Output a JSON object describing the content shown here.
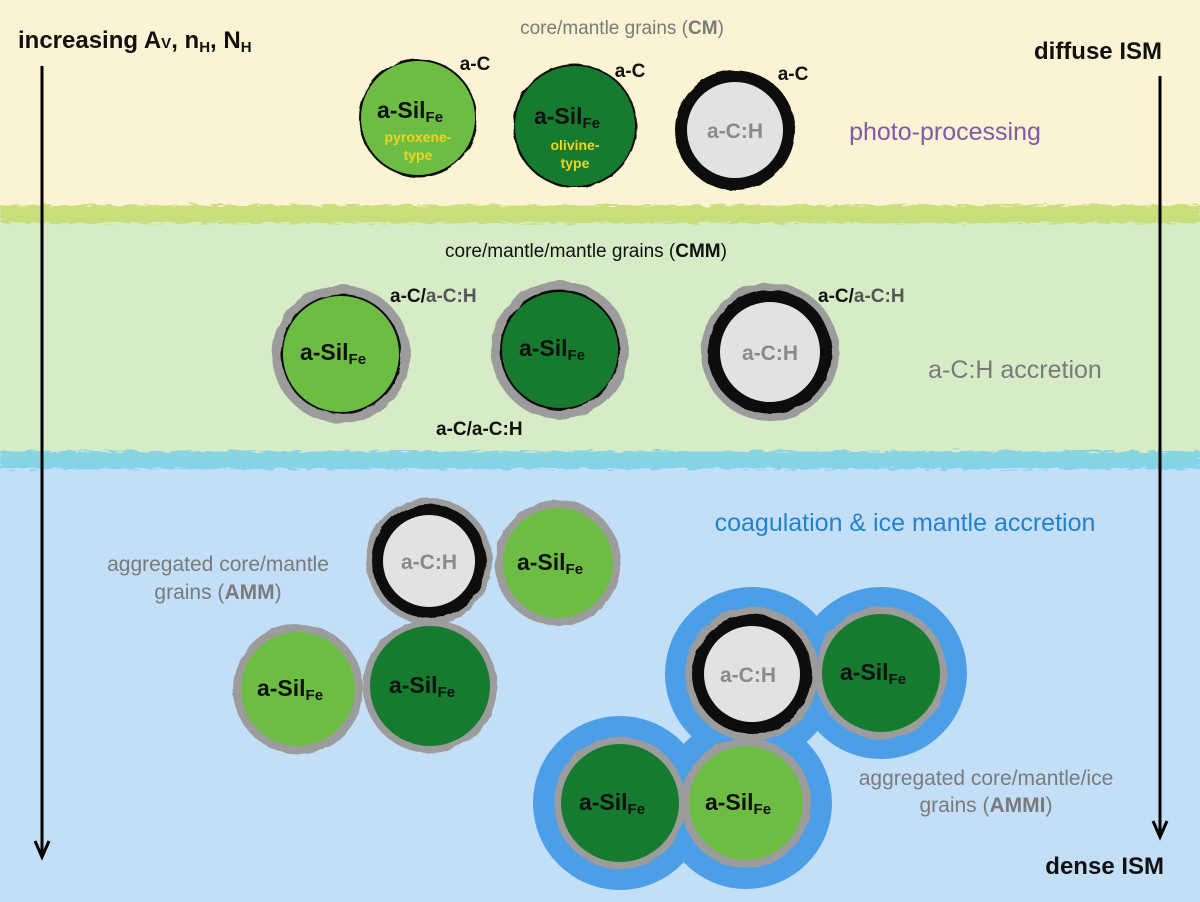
{
  "colors": {
    "diffuse_band": "#fbf3d3",
    "middle_band": "#d6ecc7",
    "dense_band": "#c2dff7",
    "band_edge_green": "#c6dd73",
    "band_edge_blue": "#7fd2e6",
    "pyroxene_green": "#6dbd45",
    "olivine_green": "#167b2e",
    "grey_core": "#e2e2e2",
    "grey_mantle": "#9c9c9c",
    "ice_blue": "#4c9fe6",
    "label_yellow": "#f1d420",
    "purple_text": "#8159a9",
    "gray_text": "#7a7a7a",
    "blue_text": "#2382cf"
  },
  "axis": {
    "left_label_prefix": "increasing ",
    "av": "A",
    "av_sub": "V",
    "nh": "n",
    "nh_sub": "H",
    "NH": "N",
    "NH_sub": "H",
    "top_right": "diffuse ISM",
    "bottom_right": "dense ISM"
  },
  "sections": {
    "cm": {
      "title_prefix": "core/mantle grains (",
      "title_bold": "CM",
      "title_suffix": ")",
      "process": "photo-processing"
    },
    "cmm": {
      "title_prefix": "core/mantle/mantle grains (",
      "title_bold": "CMM",
      "title_suffix": ")",
      "process": "a-C:H accretion"
    },
    "amm": {
      "line1": "aggregated core/mantle",
      "line2_prefix": "grains (",
      "line2_bold": "AMM",
      "line2_suffix": ")"
    },
    "ammi": {
      "process": "coagulation & ice mantle accretion",
      "line1": "aggregated core/mantle/ice",
      "line2_prefix": "grains (",
      "line2_bold": "AMMI",
      "line2_suffix": ")"
    }
  },
  "grain_labels": {
    "sil_main": "a-Sil",
    "sil_sub": "Fe",
    "ach": "a-C:H",
    "ac": "a-C",
    "ac_ach_a": "a-C/",
    "ac_ach_b": "a-C:H",
    "pyroxene_1": "pyroxene-",
    "pyroxene_2": "type",
    "olivine_1": "olivine-",
    "olivine_2": "type"
  }
}
